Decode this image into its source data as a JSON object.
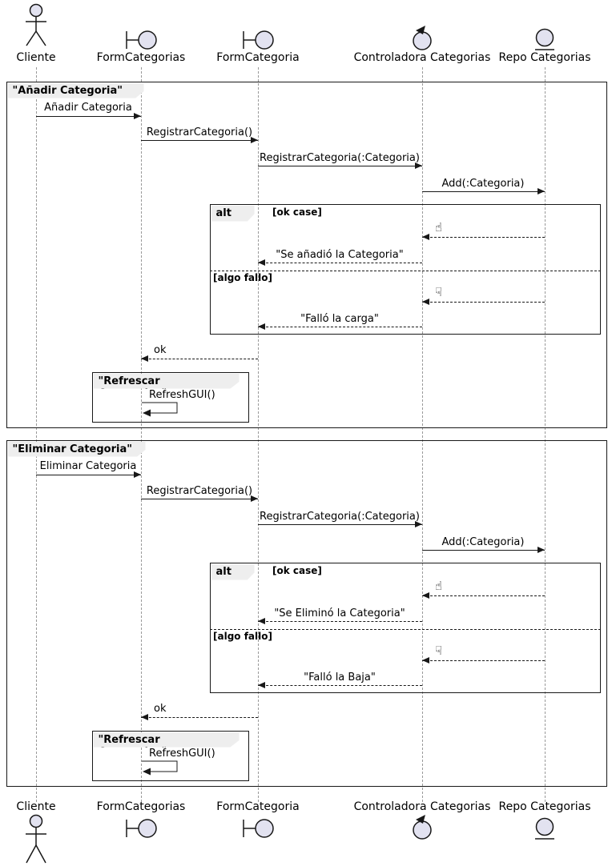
{
  "diagram": {
    "participants": [
      {
        "name": "Cliente",
        "type": "actor"
      },
      {
        "name": "FormCategorias",
        "type": "boundary"
      },
      {
        "name": "FormCategoria",
        "type": "boundary"
      },
      {
        "name": "Controladora Categorias",
        "type": "control"
      },
      {
        "name": "Repo Categorias",
        "type": "entity"
      }
    ],
    "colors": {
      "line": "#181818",
      "lifeline": "#999999",
      "shape_fill": "#E2E2F0",
      "tab_fill": "#EEEEEE"
    },
    "groups": [
      {
        "title": "\"Añadir Categoria\"",
        "messages": {
          "call": "Añadir Categoria",
          "register": "RegistrarCategoria()",
          "register_param": "RegistrarCategoria(:Categoria)",
          "add": "Add(:Categoria)",
          "ok_result": "\"Se añadió la Categoria\"",
          "fail_result": "\"Falló la carga\"",
          "reply": "ok",
          "refresh": "RefreshGUI()"
        },
        "alt": {
          "label": "alt",
          "guard_ok": "[ok case]",
          "guard_fail": "[algo fallo]",
          "thumb_up": "☝",
          "thumb_down": "☟"
        },
        "refresh_title": "\"Refrescar Categorias\""
      },
      {
        "title": "\"Eliminar Categoria\"",
        "messages": {
          "call": "Eliminar Categoria",
          "register": "RegistrarCategoria()",
          "register_param": "RegistrarCategoria(:Categoria)",
          "add": "Add(:Categoria)",
          "ok_result": "\"Se Eliminó la Categoria\"",
          "fail_result": "\"Falló la Baja\"",
          "reply": "ok",
          "refresh": "RefreshGUI()"
        },
        "alt": {
          "label": "alt",
          "guard_ok": "[ok case]",
          "guard_fail": "[algo fallo]",
          "thumb_up": "☝",
          "thumb_down": "☟"
        },
        "refresh_title": "\"Refrescar Categorias\""
      }
    ]
  }
}
